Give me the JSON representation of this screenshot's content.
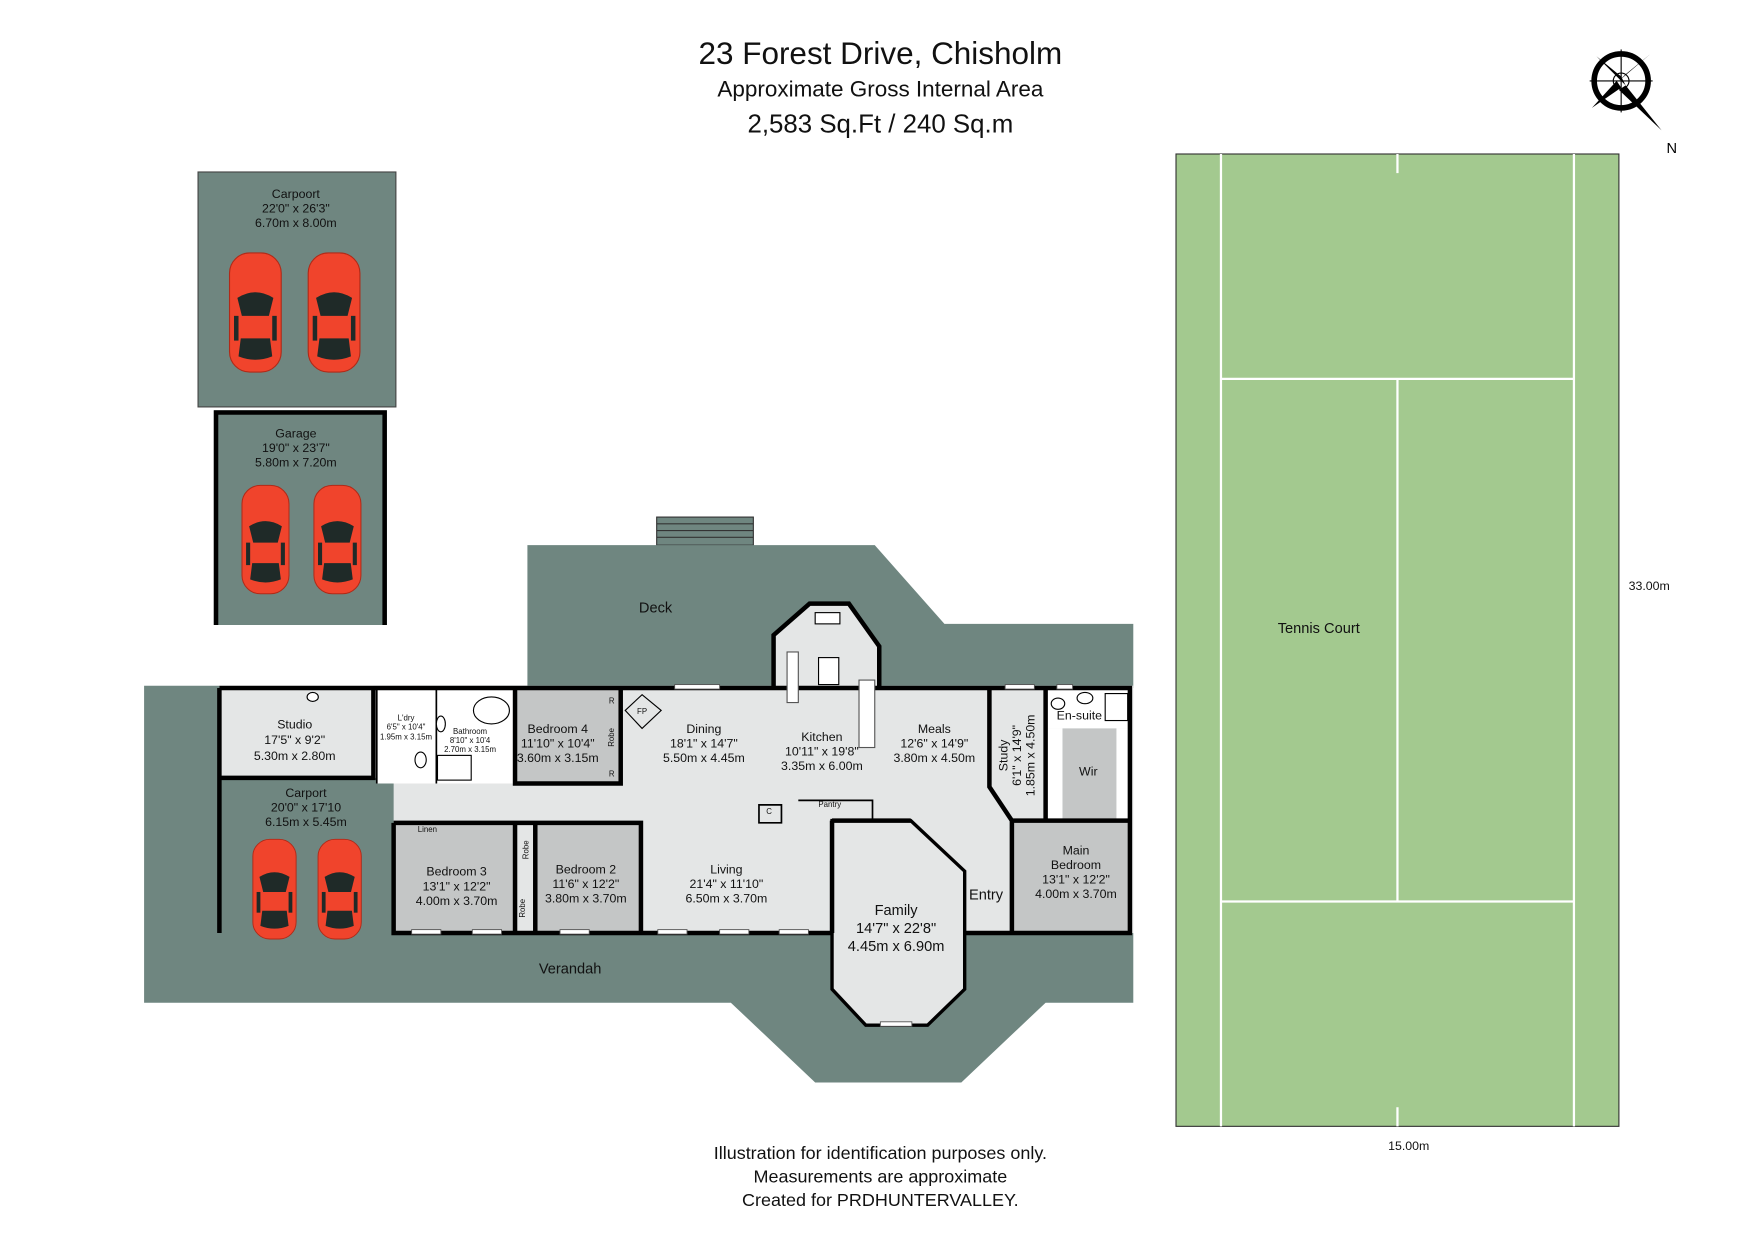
{
  "header": {
    "title": "23 Forest Drive, Chisholm",
    "subtitle": "Approximate Gross Internal Area",
    "area": "2,583 Sq.Ft / 240 Sq.m"
  },
  "compass": {
    "label": "N"
  },
  "rooms": {
    "carport_top": {
      "name": "Carpoort",
      "imperial": "22'0\" x 26'3\"",
      "metric": "6.70m x 8.00m"
    },
    "garage": {
      "name": "Garage",
      "imperial": "19'0\" x 23'7\"",
      "metric": "5.80m x 7.20m"
    },
    "studio": {
      "name": "Studio",
      "imperial": "17'5\" x 9'2\"",
      "metric": "5.30m x 2.80m"
    },
    "carport": {
      "name": "Carport",
      "imperial": "20'0\" x 17'10",
      "metric": "6.15m x 5.45m"
    },
    "laundry": {
      "name": "L'dry",
      "imperial": "6'5\" x 10'4\"",
      "metric": "1.95m x 3.15m"
    },
    "bathroom": {
      "name": "Bathroom",
      "imperial": "8'10\" x 10'4",
      "metric": "2.70m x 3.15m"
    },
    "bedroom4": {
      "name": "Bedroom 4",
      "imperial": "11'10\" x 10'4\"",
      "metric": "3.60m x 3.15m"
    },
    "dining": {
      "name": "Dining",
      "imperial": "18'1\" x 14'7\"",
      "metric": "5.50m x 4.45m"
    },
    "kitchen": {
      "name": "Kitchen",
      "imperial": "10'11\" x 19'8\"",
      "metric": "3.35m x 6.00m"
    },
    "meals": {
      "name": "Meals",
      "imperial": "12'6\" x 14'9\"",
      "metric": "3.80m x 4.50m"
    },
    "study": {
      "name": "Study",
      "imperial": "6'1\" x 14'9\"",
      "metric": "1.85m x 4.50m"
    },
    "main_bedroom": {
      "name1": "Main",
      "name2": "Bedroom",
      "imperial": "13'1\" x 12'2\"",
      "metric": "4.00m x 3.70m"
    },
    "bedroom3": {
      "name": "Bedroom 3",
      "imperial": "13'1\" x 12'2\"",
      "metric": "4.00m x 3.70m"
    },
    "bedroom2": {
      "name": "Bedroom 2",
      "imperial": "11'6\" x 12'2\"",
      "metric": "3.80m x 3.70m"
    },
    "living": {
      "name": "Living",
      "imperial": "21'4\" x 11'10\"",
      "metric": "6.50m x 3.70m"
    },
    "family": {
      "name": "Family",
      "imperial": "14'7\" x 22'8\"",
      "metric": "4.45m x 6.90m"
    }
  },
  "labels": {
    "deck": "Deck",
    "verandah": "Verandah",
    "entry": "Entry",
    "linen": "Linen",
    "pantry": "Pantry",
    "ensuite": "En-suite",
    "wir": "Wir",
    "robe": "Robe",
    "r": "R",
    "fp": "FP",
    "c": "C"
  },
  "tennis": {
    "label": "Tennis Court",
    "length": "33.00m",
    "width": "15.00m"
  },
  "footer": {
    "line1": "Illustration for identification purposes only.",
    "line2": "Measurements are approximate",
    "line3": "Created for PRDHUNTERVALLEY."
  },
  "colors": {
    "exterior": "#6f8680",
    "room": "#e4e6e6",
    "bedroom": "#c4c6c6",
    "tennis_court": "#a3c98f",
    "car": "#f0442c"
  }
}
